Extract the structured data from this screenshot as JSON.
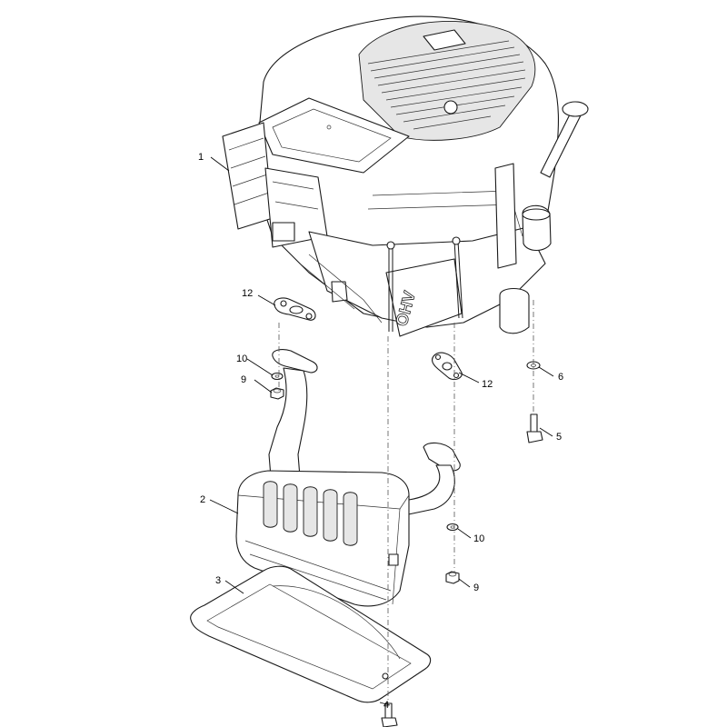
{
  "callouts": [
    {
      "id": "c1",
      "label": "1"
    },
    {
      "id": "c2",
      "label": "2"
    },
    {
      "id": "c3",
      "label": "3"
    },
    {
      "id": "c4",
      "label": "4"
    },
    {
      "id": "c5",
      "label": "5"
    },
    {
      "id": "c6",
      "label": "6"
    },
    {
      "id": "c9a",
      "label": "9"
    },
    {
      "id": "c9b",
      "label": "9"
    },
    {
      "id": "c10a",
      "label": "10"
    },
    {
      "id": "c10b",
      "label": "10"
    },
    {
      "id": "c12a",
      "label": "12"
    },
    {
      "id": "c12b",
      "label": "12"
    }
  ],
  "engine_marking": "OHV"
}
